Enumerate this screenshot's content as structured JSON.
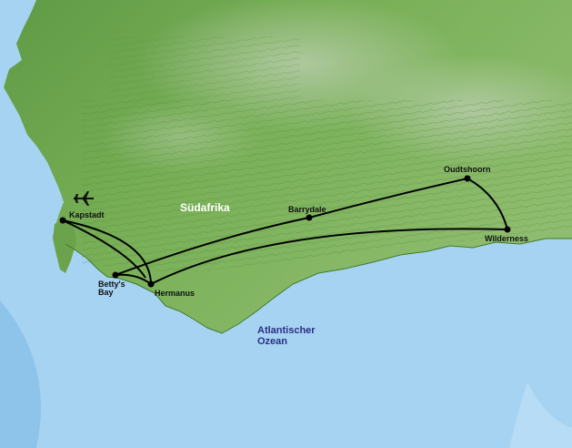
{
  "map": {
    "country_label": "Südafrika",
    "ocean_label_line1": "Atlantischer",
    "ocean_label_line2": "Ozean",
    "colors": {
      "sea": "#a7d3f2",
      "sea_deep": "#8fc4ea",
      "land_low": "#5f9a45",
      "land_mid": "#7bb25a",
      "land_high": "#a9c79a",
      "route": "#000000",
      "country_label": "#ffffff",
      "ocean_label": "#2a2f86"
    },
    "icons": {
      "airport": "airplane-icon",
      "stop": "dot-marker"
    },
    "stops": [
      {
        "key": "kapstadt",
        "label": "Kapstadt",
        "airport": true
      },
      {
        "key": "bettys_bay",
        "label_line1": "Betty's",
        "label_line2": "Bay"
      },
      {
        "key": "hermanus",
        "label": "Hermanus"
      },
      {
        "key": "barrydale",
        "label": "Barrydale"
      },
      {
        "key": "oudtshoorn",
        "label": "Oudtshoorn"
      },
      {
        "key": "wilderness",
        "label": "Wilderness"
      }
    ],
    "route_order": [
      "kapstadt",
      "hermanus",
      "bettys_bay",
      "barrydale",
      "oudtshoorn",
      "wilderness",
      "hermanus",
      "kapstadt"
    ]
  }
}
